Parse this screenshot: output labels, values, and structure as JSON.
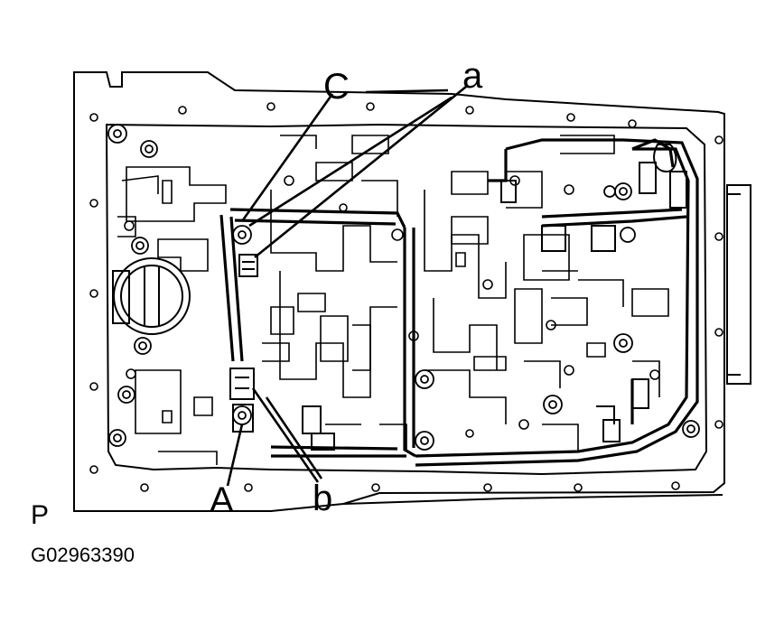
{
  "labels": {
    "C": "C",
    "a": "a",
    "A": "A",
    "b": "b",
    "P": "P"
  },
  "figure_code": "G02963390",
  "colors": {
    "line": "#000000",
    "background": "#ffffff"
  }
}
